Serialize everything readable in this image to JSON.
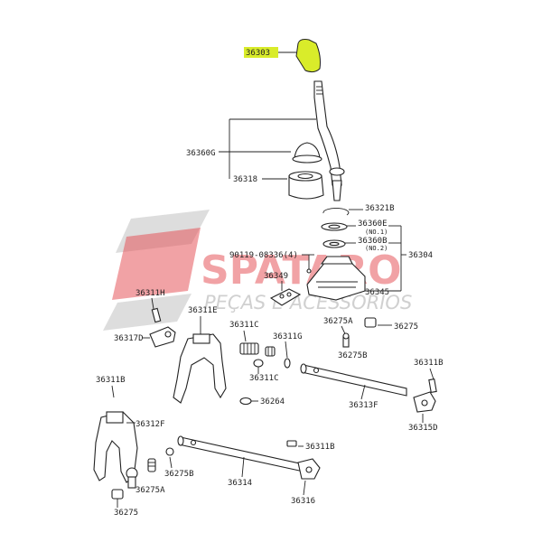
{
  "watermark": {
    "brand": "SPATARO",
    "sub": "PEÇAS E ACESSÓRIOS",
    "brand_color": "#e0393e",
    "sub_color": "#bbbbbb"
  },
  "highlight_color": "#d9ec2a",
  "labels": {
    "p36303": "36303",
    "p36360G": "36360G",
    "p36318": "36318",
    "p36321B": "36321B",
    "p36360E": "36360E",
    "p36360E_sub": "(NO.1)",
    "p36360B": "36360B",
    "p36360B_sub": "(NO.2)",
    "p90119": "90119-08336(4)",
    "p36304": "36304",
    "p36349": "36349",
    "p36345": "36345",
    "p36311H": "36311H",
    "p36311E": "36311E",
    "p36275A": "36275A",
    "p36275": "36275",
    "p36317D": "36317D",
    "p36311C_a": "36311C",
    "p36311G": "36311G",
    "p36275B": "36275B",
    "p36311C_b": "36311C",
    "p36311B_r": "36311B",
    "p36313F": "36313F",
    "p36311B_l": "36311B",
    "p36264": "36264",
    "p36315D": "36315D",
    "p36312F": "36312F",
    "p36311B_m": "36311B",
    "p36275B_b": "36275B",
    "p36275A_b": "36275A",
    "p36314": "36314",
    "p36316": "36316",
    "p36275_b": "36275"
  }
}
